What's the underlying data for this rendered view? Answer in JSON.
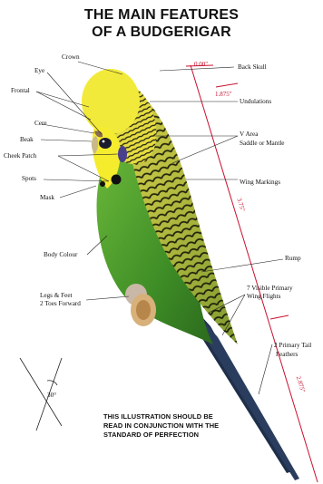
{
  "title": {
    "line1": "THE MAIN FEATURES",
    "line2": "OF A BUDGERIGAR"
  },
  "labels": {
    "crown": "Crown",
    "eye": "Eye",
    "frontal": "Frontal",
    "cere": "Cere",
    "beak": "Beak",
    "cheek_patch": "Cheek Patch",
    "spots": "Spots",
    "mask": "Mask",
    "body_colour": "Body Colour",
    "legs_feet_1": "Legs & Feet",
    "legs_feet_2": "2 Toes Forward",
    "back_skull": "Back Skull",
    "undulations": "Undulations",
    "v_area_1": "V Area",
    "v_area_2": "Saddle or Mantle",
    "wing_markings": "Wing Markings",
    "rump": "Rump",
    "flights_1": "7 Visible Primary",
    "flights_2": "Wing Flights",
    "tail_1": "2 Primary Tail",
    "tail_2": "Feathers",
    "angle": "30°"
  },
  "measurements": {
    "m1": "1.875\"",
    "m2": "3.75\"",
    "m3": "2.875\"",
    "top": "0.00\""
  },
  "note": {
    "line1": "THIS ILLUSTRATION SHOULD BE",
    "line2": "READ IN CONJUNCTION WITH THE",
    "line3": "STANDARD OF PERFECTION"
  },
  "colors": {
    "head_yellow": "#f2ea3a",
    "body_green": "#4fa02c",
    "dark_green": "#2e6f1f",
    "barring": "#1a1a10",
    "tail": "#1f2f4a",
    "measure_red": "#c8102e"
  }
}
